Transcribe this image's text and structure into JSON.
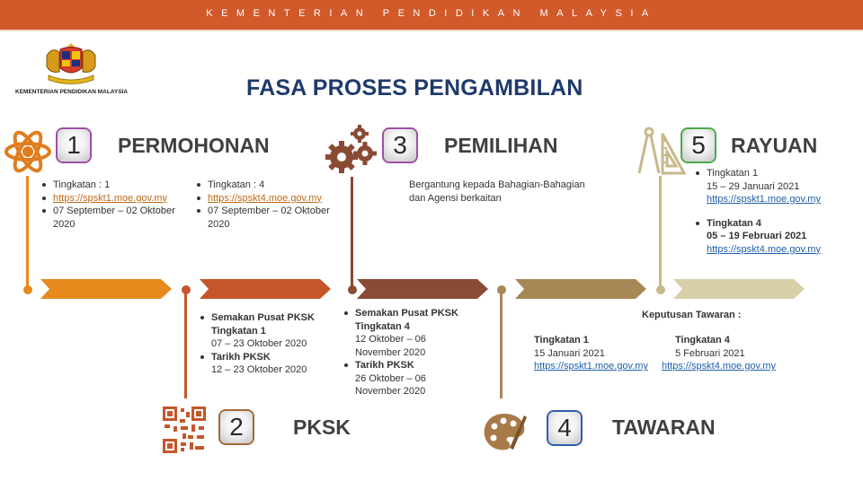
{
  "header": {
    "ministry_banner": "KEMENTERIAN PENDIDIKAN MALAYSIA"
  },
  "logo": {
    "label": "KEMENTERIAN PENDIDIKAN MALAYSIA"
  },
  "title": "FASA PROSES PENGAMBILAN",
  "colors": {
    "banner": "#d2592a",
    "title": "#1f3a6b",
    "phase1": "#e78a1e",
    "phase2": "#c5562a",
    "phase3": "#8a4a33",
    "phase4": "#a88756",
    "phase5": "#d8cfa9",
    "link": "#1f5fa8"
  },
  "phases": {
    "p1": {
      "number": "1",
      "title": "PERMOHONAN",
      "icon": "atom-icon",
      "col_a": {
        "tingkatan": "Tingkatan : 1",
        "link": "https://spskt1.moe.gov.my",
        "date_l1": "07 September – 02 Oktober",
        "date_l2": "2020"
      },
      "col_b": {
        "tingkatan": "Tingkatan : 4",
        "link": "https://spskt4.moe.gov.my",
        "date_l1": "07 September – 02 Oktober",
        "date_l2": "2020"
      }
    },
    "p2": {
      "number": "2",
      "title": "PKSK",
      "icon": "qr-code-icon",
      "item1_title_l1": "Semakan Pusat PKSK",
      "item1_title_l2": "Tingkatan 1",
      "item1_date": "07 – 23 Oktober 2020",
      "item2_title": "Tarikh PKSK",
      "item2_date": "12 – 23 Oktober 2020"
    },
    "p3": {
      "number": "3",
      "title": "PEMILIHAN",
      "icon": "gears-icon",
      "desc_l1": "Bergantung kepada Bahagian-Bahagian",
      "desc_l2": "dan Agensi berkaitan",
      "item1_title_l1": "Semakan Pusat PKSK",
      "item1_title_l2": "Tingkatan 4",
      "item1_date_l1": "12 Oktober – 06",
      "item1_date_l2": "November 2020",
      "item2_title": "Tarikh PKSK",
      "item2_date_l1": "26 Oktober – 06",
      "item2_date_l2": "November 2020"
    },
    "p4": {
      "number": "4",
      "title": "TAWARAN",
      "icon": "palette-icon",
      "heading": "Keputusan Tawaran  :",
      "col_a": {
        "title": "Tingkatan 1",
        "date": "15 Januari 2021",
        "link": "https://spskt1.moe.gov.my"
      },
      "col_b": {
        "title": "Tingkatan 4",
        "date": "5 Februari 2021",
        "link": "https://spskt4.moe.gov.my"
      }
    },
    "p5": {
      "number": "5",
      "title": "RAYUAN",
      "icon": "drafting-tools-icon",
      "item1_title": "Tingkatan 1",
      "item1_date": "15 – 29 Januari 2021",
      "item1_link": "https://spskt1.moe.gov.my",
      "item2_title": "Tingkatan 4",
      "item2_date": "05 – 19 Februari 2021",
      "item2_link": "https://spskt4.moe.gov.my"
    }
  }
}
